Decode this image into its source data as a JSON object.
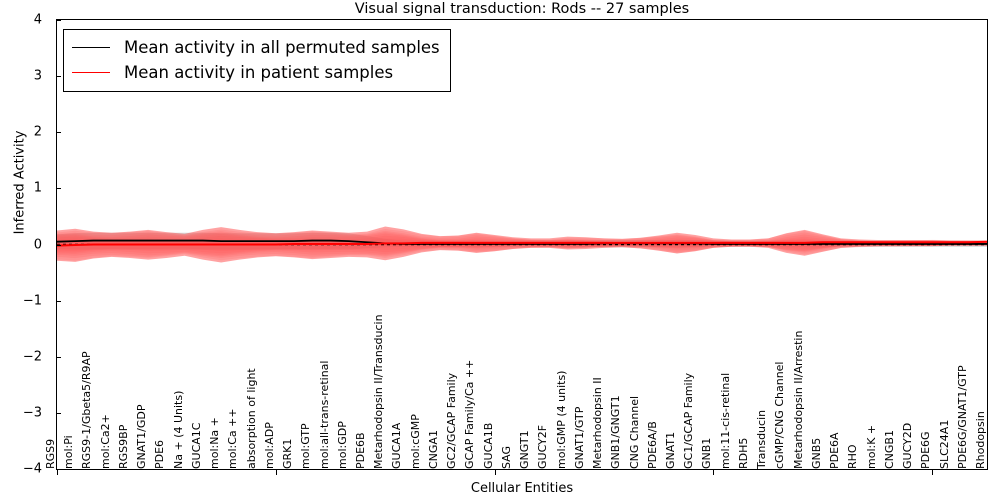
{
  "chart_data": {
    "type": "line",
    "title": "Visual signal transduction: Rods -- 27 samples",
    "xlabel": "Cellular Entities",
    "ylabel": "Inferred Activity",
    "ylim": [
      -4,
      4
    ],
    "yticks": [
      -4,
      -3,
      -2,
      -1,
      0,
      1,
      2,
      3,
      4
    ],
    "grid": false,
    "legend_position": "upper left",
    "sample_count": 27,
    "categories": [
      "RGS9",
      "mol:Pi",
      "RGS9-1/Gbeta5/R9AP",
      "mol:Ca2+",
      "RGS9BP",
      "GNAT1/GDP",
      "PDE6",
      "Na + (4 Units)",
      "GUCA1C",
      "mol:Na +",
      "mol:Ca ++",
      "absorption of light",
      "mol:ADP",
      "GRK1",
      "mol:GTP",
      "mol:all-trans-retinal",
      "mol:GDP",
      "PDE6B",
      "Metarhodopsin II/Transducin",
      "GUCA1A",
      "mol:cGMP",
      "CNGA1",
      "GC2/GCAP Family",
      "GCAP Family/Ca ++",
      "GUCA1B",
      "SAG",
      "GNGT1",
      "GUCY2F",
      "mol:GMP (4 units)",
      "GNAT1/GTP",
      "Metarhodopsin II",
      "GNB1/GNGT1",
      "CNG Channel",
      "PDE6A/B",
      "GNAT1",
      "GC1/GCAP Family",
      "GNB1",
      "mol:11-cis-retinal",
      "RDH5",
      "Transducin",
      "cGMP/CNG Channel",
      "Metarhodopsin II/Arrestin",
      "GNB5",
      "PDE6A",
      "RHO",
      "mol:K +",
      "CNGB1",
      "GUCY2D",
      "PDE6G",
      "SLC24A1",
      "PDE6G/GNAT1/GTP",
      "Rhodopsin"
    ],
    "series": [
      {
        "name": "Mean activity in all permuted samples",
        "color": "#000000",
        "values": [
          0.05,
          0.06,
          0.07,
          0.07,
          0.07,
          0.07,
          0.07,
          0.07,
          0.07,
          0.06,
          0.06,
          0.06,
          0.06,
          0.06,
          0.07,
          0.07,
          0.06,
          0.04,
          0.02,
          0.01,
          0.01,
          0.01,
          0.01,
          0.01,
          0.01,
          0.01,
          0.01,
          0.01,
          0.01,
          0.01,
          0.02,
          0.02,
          0.02,
          0.02,
          0.02,
          0.02,
          0.01,
          0.01,
          0.01,
          0.01,
          0.01,
          0.01,
          0.01,
          0.01,
          0.01,
          0.01,
          0.01,
          0.01,
          0.01,
          0.01,
          0.01,
          0.01
        ],
        "band_upper": [
          0.18,
          0.2,
          0.21,
          0.21,
          0.21,
          0.21,
          0.21,
          0.21,
          0.21,
          0.2,
          0.2,
          0.2,
          0.2,
          0.2,
          0.21,
          0.21,
          0.2,
          0.15,
          0.1,
          0.07,
          0.07,
          0.07,
          0.07,
          0.07,
          0.07,
          0.07,
          0.07,
          0.07,
          0.07,
          0.07,
          0.08,
          0.08,
          0.08,
          0.08,
          0.08,
          0.08,
          0.07,
          0.07,
          0.07,
          0.07,
          0.07,
          0.07,
          0.07,
          0.07,
          0.07,
          0.07,
          0.07,
          0.07,
          0.07,
          0.07,
          0.07,
          0.07
        ],
        "band_lower": [
          -0.08,
          -0.09,
          -0.09,
          -0.09,
          -0.09,
          -0.09,
          -0.09,
          -0.09,
          -0.09,
          -0.09,
          -0.09,
          -0.09,
          -0.09,
          -0.09,
          -0.09,
          -0.09,
          -0.09,
          -0.07,
          -0.05,
          -0.04,
          -0.04,
          -0.04,
          -0.04,
          -0.04,
          -0.04,
          -0.04,
          -0.04,
          -0.04,
          -0.04,
          -0.04,
          -0.05,
          -0.05,
          -0.05,
          -0.05,
          -0.05,
          -0.05,
          -0.04,
          -0.04,
          -0.04,
          -0.04,
          -0.04,
          -0.04,
          -0.04,
          -0.04,
          -0.04,
          -0.04,
          -0.04,
          -0.04,
          -0.04,
          -0.04,
          -0.04,
          -0.04
        ]
      },
      {
        "name": "Mean activity in patient samples",
        "color": "#ff0000",
        "values": [
          -0.02,
          -0.01,
          0.0,
          0.0,
          0.0,
          0.0,
          0.0,
          0.0,
          0.0,
          0.0,
          0.0,
          0.0,
          0.0,
          0.01,
          0.01,
          0.01,
          0.01,
          0.01,
          0.02,
          0.02,
          0.03,
          0.03,
          0.03,
          0.03,
          0.03,
          0.03,
          0.03,
          0.03,
          0.03,
          0.03,
          0.03,
          0.03,
          0.03,
          0.03,
          0.03,
          0.03,
          0.03,
          0.03,
          0.03,
          0.03,
          0.03,
          0.03,
          0.04,
          0.04,
          0.04,
          0.04,
          0.04,
          0.04,
          0.04,
          0.04,
          0.04,
          0.05
        ],
        "band_upper": [
          0.25,
          0.28,
          0.23,
          0.21,
          0.23,
          0.26,
          0.22,
          0.19,
          0.26,
          0.31,
          0.26,
          0.22,
          0.2,
          0.22,
          0.25,
          0.23,
          0.21,
          0.23,
          0.32,
          0.27,
          0.19,
          0.15,
          0.16,
          0.21,
          0.17,
          0.13,
          0.11,
          0.11,
          0.14,
          0.13,
          0.11,
          0.1,
          0.12,
          0.16,
          0.21,
          0.17,
          0.11,
          0.09,
          0.09,
          0.11,
          0.2,
          0.26,
          0.18,
          0.11,
          0.09,
          0.08,
          0.08,
          0.08,
          0.08,
          0.07,
          0.07,
          0.07
        ],
        "band_lower": [
          -0.29,
          -0.31,
          -0.25,
          -0.22,
          -0.24,
          -0.27,
          -0.24,
          -0.2,
          -0.27,
          -0.32,
          -0.27,
          -0.23,
          -0.21,
          -0.23,
          -0.26,
          -0.24,
          -0.22,
          -0.23,
          -0.28,
          -0.22,
          -0.14,
          -0.1,
          -0.11,
          -0.15,
          -0.12,
          -0.08,
          -0.06,
          -0.06,
          -0.09,
          -0.08,
          -0.06,
          -0.05,
          -0.07,
          -0.11,
          -0.16,
          -0.12,
          -0.06,
          -0.04,
          -0.04,
          -0.06,
          -0.15,
          -0.2,
          -0.13,
          -0.06,
          -0.04,
          -0.03,
          -0.03,
          -0.03,
          -0.03,
          -0.02,
          -0.02,
          -0.02
        ]
      }
    ],
    "legend_entries": [
      {
        "label": "Mean activity in all permuted samples",
        "color": "#000000"
      },
      {
        "label": "Mean activity in patient samples",
        "color": "#ff0000"
      }
    ],
    "colors": {
      "permuted_line": "#000000",
      "permuted_band": "#b0b0b0",
      "patient_line": "#ff0000",
      "patient_band": "#ff5555",
      "axis": "#000000",
      "background": "#ffffff"
    }
  }
}
